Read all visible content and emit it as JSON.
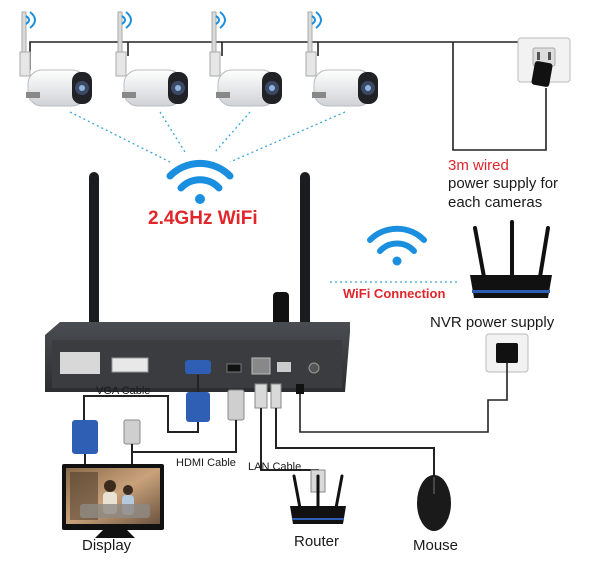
{
  "labels": {
    "wifi_band": "2.4GHz WiFi",
    "wired_title": "3m wired",
    "wired_line1": "power supply for",
    "wired_line2": "each cameras",
    "wifi_connection": "WiFi Connection",
    "nvr_power": "NVR power supply",
    "vga_cable": "VGA Cable",
    "hdmi_cable": "HDMI Cable",
    "lan_cable": "LAN Cable",
    "display": "Display",
    "router": "Router",
    "mouse": "Mouse"
  },
  "camera_count": 4,
  "colors": {
    "accent_red": "#e0262b",
    "wifi_blue": "#1a8fe0",
    "nvr_body": "#2b2d31",
    "vga_blue": "#2f5fb5"
  }
}
